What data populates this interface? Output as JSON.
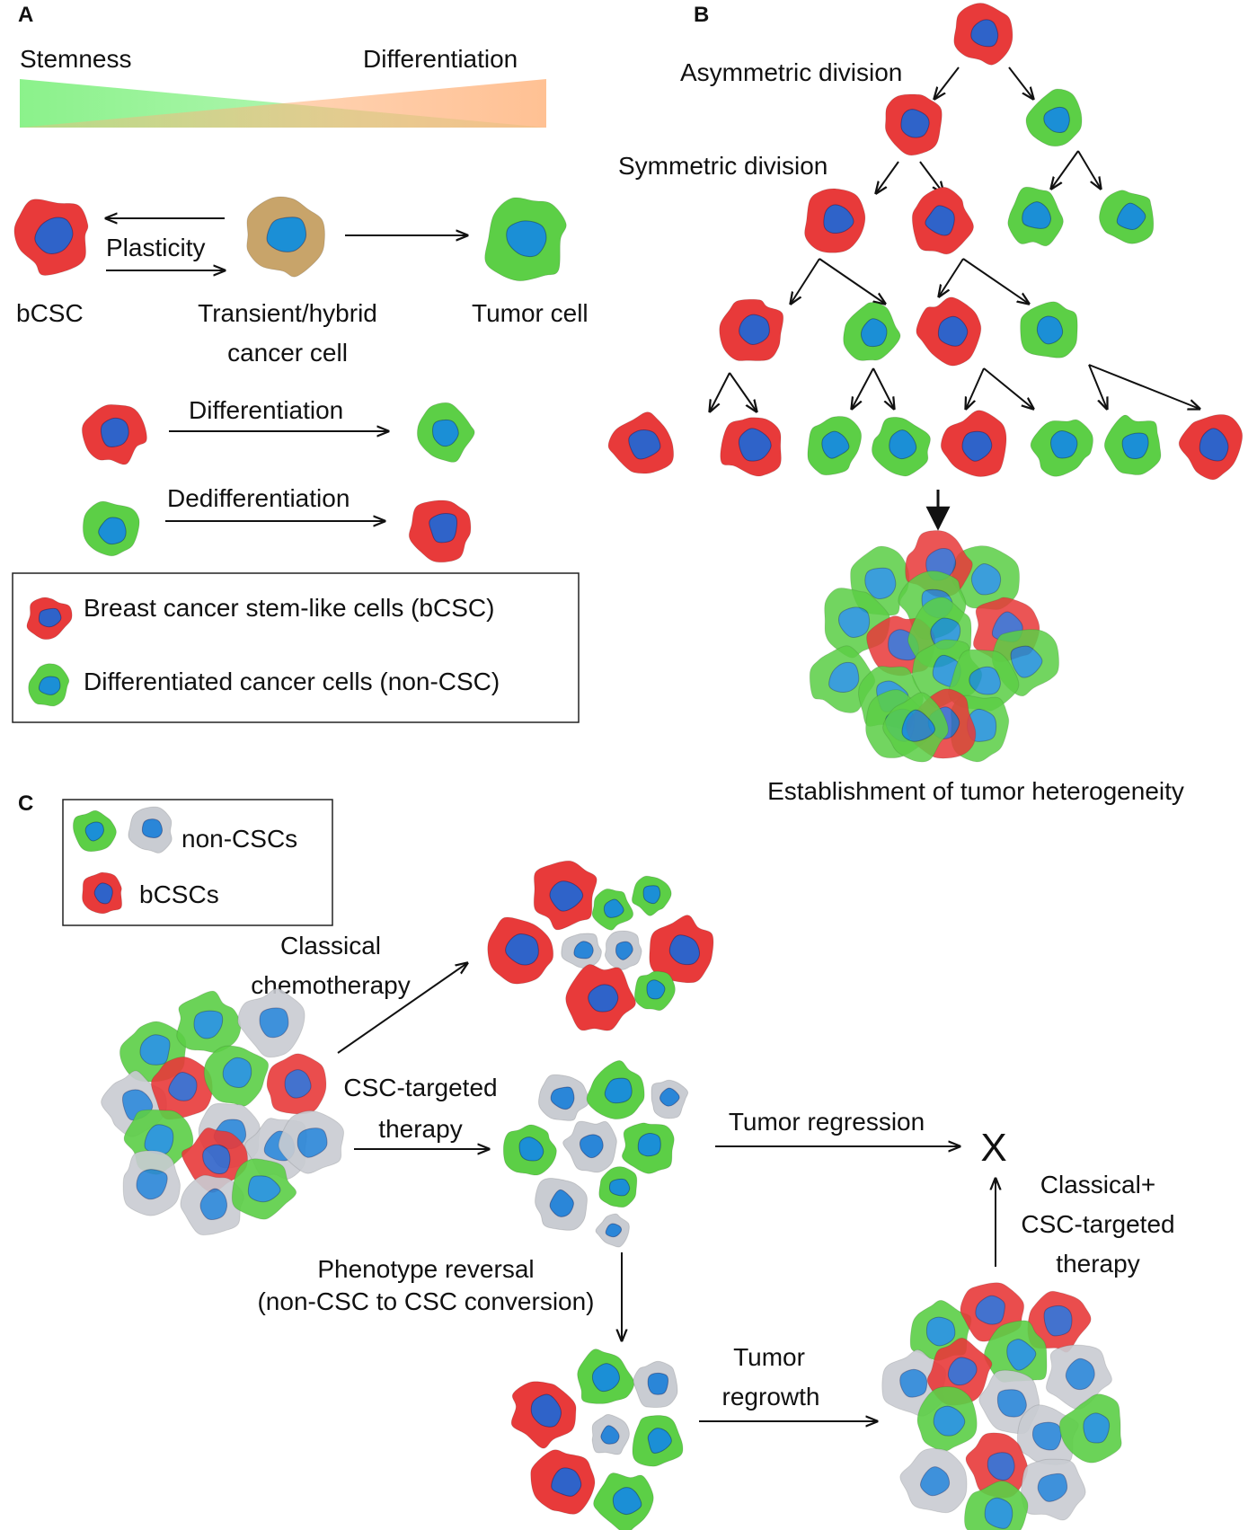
{
  "panels": {
    "a": "A",
    "b": "B",
    "c": "C"
  },
  "colors": {
    "bcsc_outer": "#e83a3a",
    "bcsc_nucleus": "#2f63c9",
    "noncsc_outer": "#5ccf46",
    "noncsc_nucleus": "#1b8fd6",
    "gray_outer": "#c9ccd2",
    "gray_nucleus": "#2a86d8",
    "hybrid_outer": "#c8a46a",
    "stemness_gradient": "#7ef07e",
    "differentiation_gradient": "#ffb27a"
  },
  "panel_a": {
    "gradient_left": "Stemness",
    "gradient_right": "Differentiation",
    "plasticity": "Plasticity",
    "bcsc": "bCSC",
    "hybrid_line1": "Transient/hybrid",
    "hybrid_line2": "cancer cell",
    "tumor_cell": "Tumor cell",
    "differentiation": "Differentiation",
    "dedifferentiation": "Dedifferentiation",
    "legend_bcsc": "Breast cancer stem-like cells (bCSC)",
    "legend_noncsc": "Differentiated cancer cells (non-CSC)"
  },
  "panel_b": {
    "asymmetric": "Asymmetric division",
    "symmetric": "Symmetric division",
    "heterogeneity": "Establishment of tumor heterogeneity"
  },
  "panel_c": {
    "legend_noncsc": "non-CSCs",
    "legend_bcsc": "bCSCs",
    "classical_line1": "Classical",
    "classical_line2": "chemotherapy",
    "csc_targeted_line1": "CSC-targeted",
    "csc_targeted_line2": "therapy",
    "tumor_regression": "Tumor regression",
    "x_mark": "X",
    "combo_line1": "Classical+",
    "combo_line2": "CSC-targeted",
    "combo_line3": "therapy",
    "reversal_line1": "Phenotype reversal",
    "reversal_line2": "(non-CSC to CSC conversion)",
    "regrowth_line1": "Tumor",
    "regrowth_line2": "regrowth"
  }
}
